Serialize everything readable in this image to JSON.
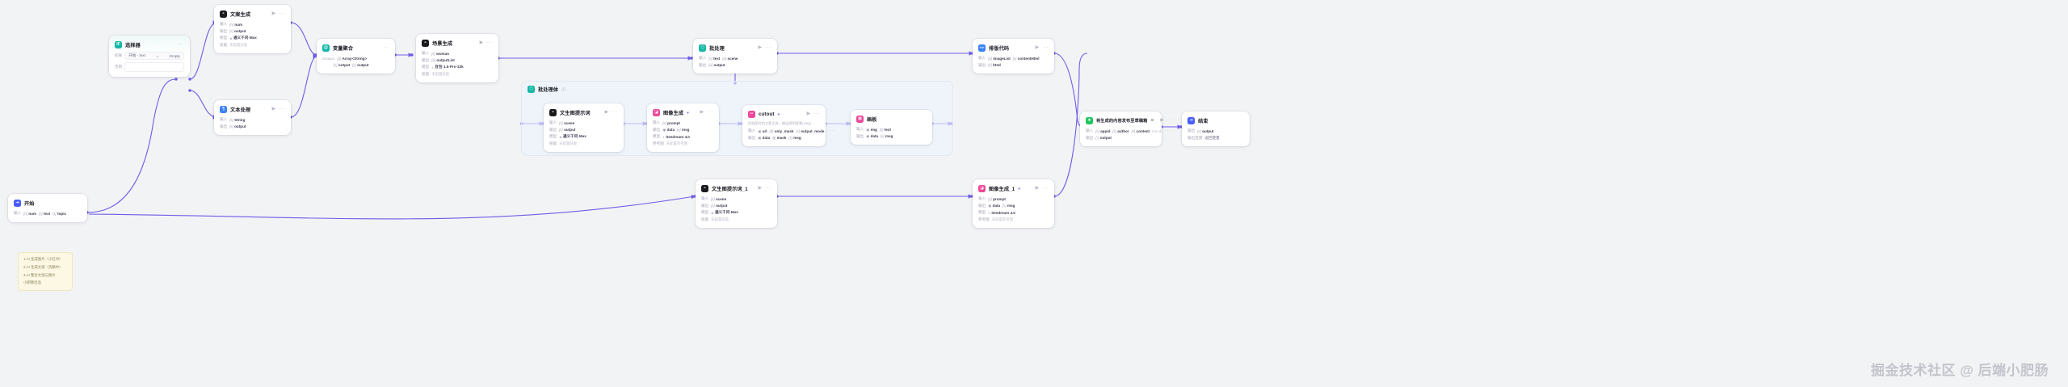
{
  "canvas": {
    "background": "#f2f3f5",
    "accent": "#6c5ce7"
  },
  "watermark": "掘金技术社区 @ 后端小肥肠",
  "labels": {
    "input": "输入",
    "output": "输出",
    "model": "模型",
    "skill": "技能",
    "if": "如果",
    "else": "否则",
    "group": "Group1",
    "out_var": "输出变量",
    "unconfigured": "未配置技能",
    "unconfigured2": "未配置参考图",
    "empty": "Empty",
    "equals": "="
  },
  "note": {
    "lines": [
      "1.AI 生成图片（小红书）",
      "2.AI 生成文案（洗稿中）",
      "3.AI 整合文案与图片",
      "小肥肠出品"
    ]
  },
  "nodes": [
    {
      "id": "start",
      "title": "开始",
      "icon": "start-icon",
      "icon_bg": "#4a5df9",
      "glyph": "⇥",
      "rows": [
        {
          "label": "输入",
          "chips": [
            "num",
            "text",
            "topic"
          ]
        }
      ]
    },
    {
      "id": "selector",
      "title": "选择器",
      "icon": "if-icon",
      "icon_bg": "#14b8a6",
      "glyph": "IF",
      "cond_label": "如果",
      "cond_left": "开始 - text",
      "cond_op": "=",
      "cond_right": "Empty",
      "else_label": "否则"
    },
    {
      "id": "copy-gen",
      "title": "文案生成",
      "icon": "llm-icon",
      "icon_bg": "#1b1b1f",
      "glyph": "◓",
      "rows": [
        {
          "label": "输入",
          "chips": [
            "num"
          ]
        },
        {
          "label": "输出",
          "chips": [
            "output"
          ]
        },
        {
          "label": "模型",
          "chips": [
            "通义千问·Max"
          ]
        },
        {
          "label": "技能",
          "chips": [
            "未配置技能"
          ]
        }
      ]
    },
    {
      "id": "text-proc",
      "title": "文本处理",
      "icon": "text-icon",
      "icon_bg": "#3b82f6",
      "glyph": "¶",
      "rows": [
        {
          "label": "输入",
          "chips": [
            "String"
          ]
        },
        {
          "label": "输出",
          "chips": [
            "output"
          ]
        }
      ]
    },
    {
      "id": "var-agg",
      "title": "变量聚合",
      "icon": "merge-icon",
      "icon_bg": "#14b8a6",
      "glyph": "@",
      "group_label": "Group1",
      "rows": [
        {
          "label": "",
          "chips": [
            "Array<String>"
          ]
        },
        {
          "label": "",
          "chips": [
            "output",
            "output"
          ]
        }
      ]
    },
    {
      "id": "scene-gen",
      "title": "场景生成",
      "icon": "llm-icon",
      "icon_bg": "#1b1b1f",
      "glyph": "◓",
      "rows": [
        {
          "label": "输入",
          "chips": [
            "woman"
          ]
        },
        {
          "label": "输出",
          "chips": [
            "outputList"
          ]
        },
        {
          "label": "模型",
          "chips": [
            "豆包·1.5·Pro·32k"
          ]
        },
        {
          "label": "技能",
          "chips": [
            "未配置技能"
          ]
        }
      ]
    },
    {
      "id": "batch",
      "title": "批处理",
      "icon": "batch-icon",
      "icon_bg": "#14b8a6",
      "glyph": "⬡",
      "rows": [
        {
          "label": "输入",
          "chips": [
            "text",
            "scene"
          ]
        },
        {
          "label": "输出",
          "chips": [
            "output"
          ]
        }
      ]
    },
    {
      "id": "layout-code",
      "title": "排版代码",
      "icon": "code-icon",
      "icon_bg": "#3b82f6",
      "glyph": "</>",
      "rows": [
        {
          "label": "输入",
          "chips": [
            "imageList",
            "contentHtml"
          ]
        },
        {
          "label": "输出",
          "chips": [
            "html"
          ]
        }
      ]
    },
    {
      "id": "publish",
      "title": "将生成的内容发布至草稿箱",
      "icon": "plugin-icon",
      "icon_bg": "#22c55e",
      "glyph": "❖",
      "rows": [
        {
          "label": "输入",
          "chips": [
            "appid",
            "author",
            "content",
            "thumb"
          ]
        },
        {
          "label": "输出",
          "chips": [
            "output"
          ]
        }
      ]
    },
    {
      "id": "end",
      "title": "结束",
      "icon": "end-icon",
      "icon_bg": "#4a5df9",
      "glyph": "⇥",
      "rows": [
        {
          "label": "输出",
          "chips": [
            "output"
          ]
        },
        {
          "label": "输出变量",
          "chips": [
            "返回变量"
          ]
        }
      ]
    }
  ],
  "batch_body": {
    "title": "批处理体",
    "nodes": [
      {
        "id": "t2i-prompt",
        "title": "文生图提示词",
        "icon": "llm-icon",
        "icon_bg": "#1b1b1f",
        "glyph": "◓",
        "rows": [
          {
            "label": "输入",
            "chips": [
              "scene"
            ]
          },
          {
            "label": "输出",
            "chips": [
              "output"
            ]
          },
          {
            "label": "模型",
            "chips": [
              "通义千问·Max"
            ]
          },
          {
            "label": "技能",
            "chips": [
              "未配置技能"
            ]
          }
        ]
      },
      {
        "id": "img-gen",
        "title": "图像生成",
        "icon": "image-icon",
        "icon_bg": "#ec4899",
        "glyph": "◪",
        "rows": [
          {
            "label": "输入",
            "chips": [
              "prompt"
            ]
          },
          {
            "label": "输出",
            "chips": [
              "data",
              "msg"
            ]
          },
          {
            "label": "模型",
            "chips": [
              "Seedream 4.0"
            ]
          },
          {
            "label": "参考图",
            "chips": [
              "未配置参考图"
            ]
          }
        ]
      },
      {
        "id": "cutout",
        "title": "cutout",
        "icon": "cutout-icon",
        "icon_bg": "#ec4899",
        "glyph": "✂",
        "desc": "抠取图片的主要主体，输出透明背景(.png)",
        "rows": [
          {
            "label": "输入",
            "chips": [
              "url",
              "only_mask",
              "output_mode"
            ]
          },
          {
            "label": "输出",
            "chips": [
              "data",
              "mask",
              "msg"
            ]
          }
        ]
      },
      {
        "id": "board",
        "title": "画板",
        "icon": "board-icon",
        "icon_bg": "#ec4899",
        "glyph": "▩",
        "rows": [
          {
            "label": "输入",
            "chips": [
              "img",
              "text"
            ]
          },
          {
            "label": "输出",
            "chips": [
              "data",
              "msg"
            ]
          }
        ]
      }
    ]
  },
  "bottom_branch": [
    {
      "id": "t2i-prompt-1",
      "title": "文生图提示词_1",
      "icon": "llm-icon",
      "icon_bg": "#1b1b1f",
      "glyph": "◓",
      "rows": [
        {
          "label": "输入",
          "chips": [
            "scene"
          ]
        },
        {
          "label": "输出",
          "chips": [
            "output"
          ]
        },
        {
          "label": "模型",
          "chips": [
            "通义千问·Max"
          ]
        },
        {
          "label": "技能",
          "chips": [
            "未配置技能"
          ]
        }
      ]
    },
    {
      "id": "img-gen-1",
      "title": "图像生成_1",
      "icon": "image-icon",
      "icon_bg": "#ec4899",
      "glyph": "◪",
      "rows": [
        {
          "label": "输入",
          "chips": [
            "prompt"
          ]
        },
        {
          "label": "输出",
          "chips": [
            "data",
            "msg"
          ]
        },
        {
          "label": "模型",
          "chips": [
            "Seedream 4.0"
          ]
        },
        {
          "label": "参考图",
          "chips": [
            "未配置参考图"
          ]
        }
      ]
    }
  ]
}
